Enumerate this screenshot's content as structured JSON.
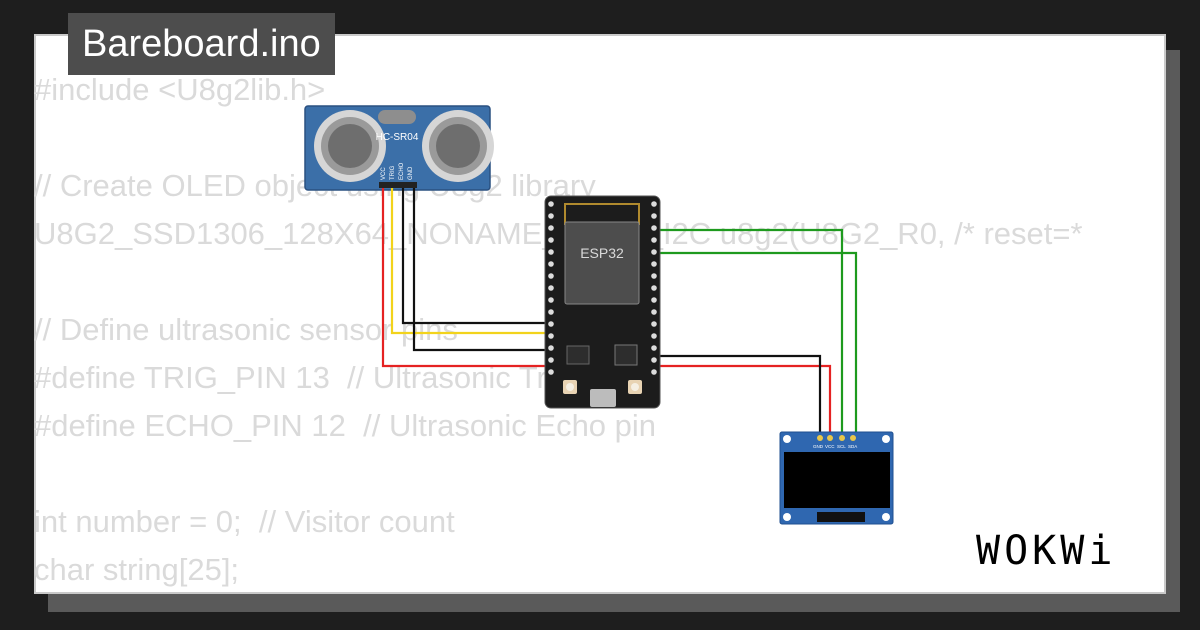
{
  "project": {
    "title": "Bareboard.ino"
  },
  "code_lines": [
    "#include <U8g2lib.h>",
    "",
    "// Create OLED object using U8g2 library",
    "U8G2_SSD1306_128X64_NONAME_F_SW_I2C u8g2(U8G2_R0, /* reset=*",
    "",
    "// Define ultrasonic sensor pins",
    "#define TRIG_PIN 13  // Ultrasonic Trig pin",
    "#define ECHO_PIN 12  // Ultrasonic Echo pin",
    "",
    "int number = 0;  // Visitor count",
    "char string[25];"
  ],
  "components": {
    "ultrasonic": {
      "label": "HC-SR04",
      "pins": [
        "VCC",
        "TRIG",
        "ECHO",
        "GND"
      ]
    },
    "mcu": {
      "label": "ESP32"
    },
    "oled": {
      "pins": [
        "GND",
        "VCC",
        "SCL",
        "SDA"
      ]
    }
  },
  "wire_colors": {
    "vcc": "#e52222",
    "trig": "#f2d31b",
    "echo": "#111111",
    "gnd": "#111111",
    "i2c": "#1e9a1e"
  },
  "brand": {
    "name": "WOKWi"
  }
}
